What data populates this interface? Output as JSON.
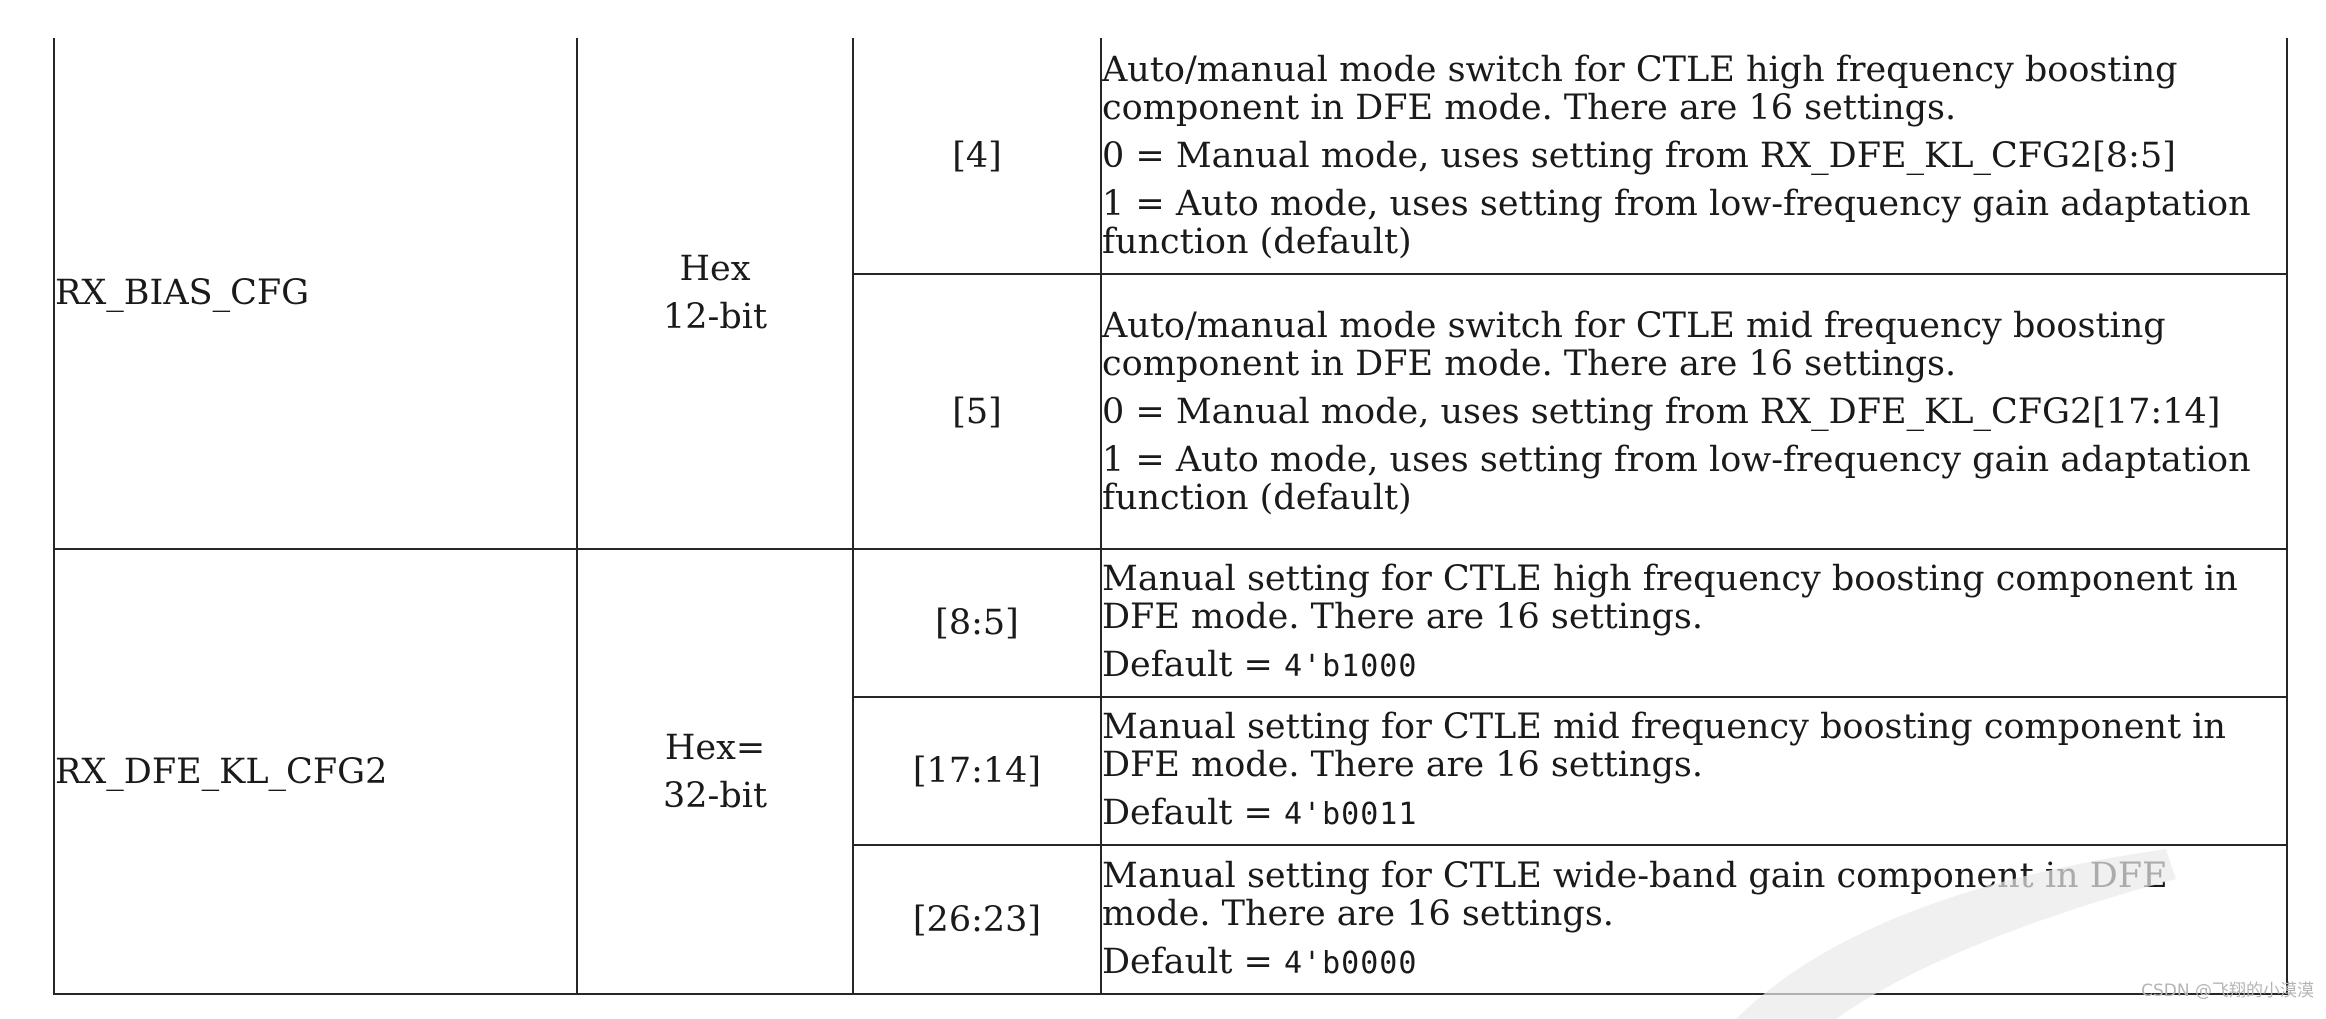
{
  "rows": [
    {
      "name": "RX_BIAS_CFG",
      "type": [
        "Hex",
        "12-bit"
      ],
      "bits": [
        {
          "range": "[4]",
          "lines": [
            "Auto/manual mode switch for CTLE high frequency boosting component in DFE mode. There are 16 settings.",
            "0 = Manual mode, uses setting from RX_DFE_KL_CFG2[8:5]",
            "1 = Auto mode, uses setting from low-frequency gain adaptation function (default)"
          ]
        },
        {
          "range": "[5]",
          "lines": [
            "Auto/manual mode switch for CTLE mid frequency boosting component in DFE mode. There are 16 settings.",
            "0 = Manual mode, uses setting from RX_DFE_KL_CFG2[17:14]",
            "1 = Auto mode, uses setting from low-frequency gain adaptation function (default)"
          ]
        }
      ]
    },
    {
      "name": "RX_DFE_KL_CFG2",
      "type": [
        "Hex=",
        "32-bit"
      ],
      "bits": [
        {
          "range": "[8:5]",
          "lines": [
            "Manual setting for CTLE high frequency boosting component in DFE mode. There are 16 settings."
          ],
          "default_label": "Default = ",
          "default_value": "4'b1000"
        },
        {
          "range": "[17:14]",
          "lines": [
            "Manual setting for CTLE mid frequency boosting component in DFE mode. There are 16 settings."
          ],
          "default_label": "Default = ",
          "default_value": "4'b0011"
        },
        {
          "range": "[26:23]",
          "lines": [
            "Manual setting for CTLE wide-band gain component in DFE mode. There are 16 settings."
          ],
          "default_label": "Default = ",
          "default_value": "4'b0000"
        }
      ]
    }
  ],
  "watermark": "CSDN @飞翔的小漠漠"
}
